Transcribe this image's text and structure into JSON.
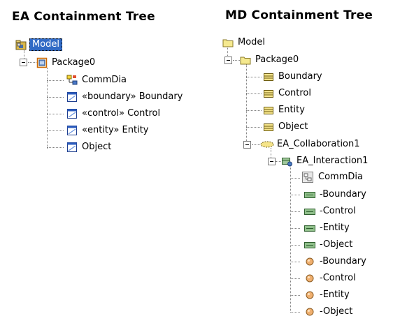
{
  "ea_tree": {
    "title": "EA Containment Tree",
    "model": "Model",
    "package": "Package0",
    "children": [
      "CommDia",
      "«boundary» Boundary",
      "«control» Control",
      "«entity» Entity",
      "Object"
    ]
  },
  "md_tree": {
    "title": "MD Containment Tree",
    "model": "Model",
    "package": "Package0",
    "package_children": [
      "Boundary",
      "Control",
      "Entity",
      "Object"
    ],
    "collaboration": "EA_Collaboration1",
    "interaction": "EA_Interaction1",
    "diagram": "CommDia",
    "attributes": [
      "-Boundary",
      "-Control",
      "-Entity",
      "-Object"
    ],
    "lifelines": [
      "-Boundary",
      "-Control",
      "-Entity",
      "-Object"
    ]
  },
  "icons": {
    "ea_model": "model-folder-icon",
    "ea_package": "package-icon",
    "ea_diagram": "communication-diagram-icon",
    "ea_class": "class-icon",
    "md_folder": "folder-icon",
    "md_class": "class-icon",
    "md_collaboration": "collaboration-icon",
    "md_interaction": "interaction-icon",
    "md_diagram": "diagram-icon",
    "md_property": "property-icon",
    "md_lifeline": "lifeline-icon"
  },
  "colors": {
    "selection": "#316ac5",
    "package_border": "#cc6600"
  }
}
